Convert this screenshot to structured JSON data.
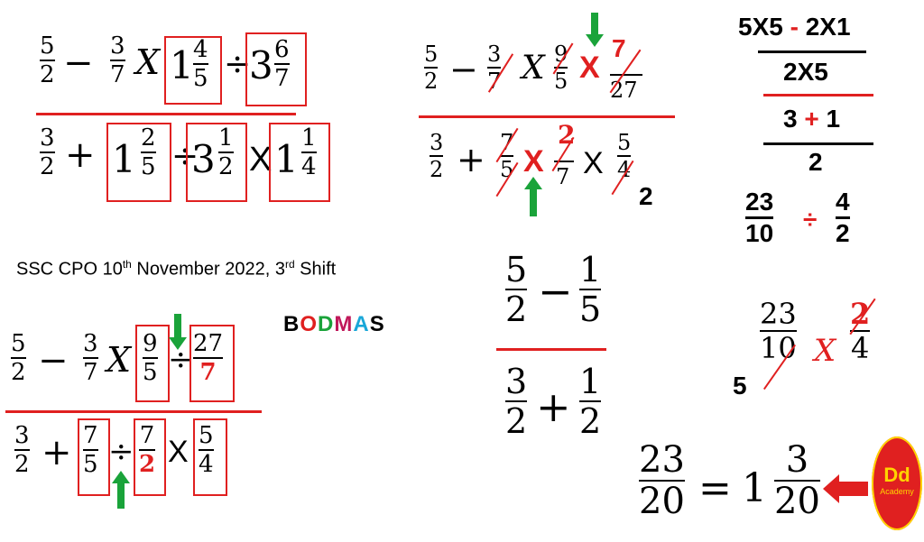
{
  "step1": {
    "num": [
      "5",
      "2",
      "−",
      "3",
      "7",
      "X",
      "1",
      "4",
      "5",
      "÷",
      "3",
      "6",
      "7"
    ],
    "den": [
      "3",
      "2",
      "+",
      "1",
      "2",
      "5",
      "÷",
      "3",
      "1",
      "2",
      "X",
      "1",
      "1",
      "4"
    ]
  },
  "step2": {
    "num": [
      "5",
      "2",
      "−",
      "3",
      "7",
      "X",
      "9",
      "5",
      "X",
      "7",
      "27"
    ],
    "den": [
      "3",
      "2",
      "+",
      "7",
      "5",
      "X",
      "2",
      "7",
      "X",
      "5",
      "4",
      "2"
    ]
  },
  "step3": {
    "num": [
      "5",
      "2",
      "−",
      "3",
      "7",
      "X",
      "9",
      "5",
      "÷",
      "27",
      "7"
    ],
    "den": [
      "3",
      "2",
      "+",
      "7",
      "5",
      "÷",
      "7",
      "2",
      "X",
      "5",
      "4"
    ]
  },
  "step4": {
    "num": [
      "5",
      "2",
      "−",
      "1",
      "5"
    ],
    "den": [
      "3",
      "2",
      "+",
      "1",
      "2"
    ]
  },
  "right": {
    "top_num": "5X5",
    "minus": "-",
    "top_num2": "2X1",
    "top_den": "2X5",
    "mid_num_a": "3",
    "plus": "+",
    "mid_num_b": "1",
    "mid_den": "2",
    "f1_n": "23",
    "f1_d": "10",
    "div": "÷",
    "f2_n": "4",
    "f2_d": "2",
    "m_n": "23",
    "m_d": "10",
    "x": "X",
    "m2_n": "2",
    "m2_d": "4",
    "five": "5"
  },
  "result": {
    "n": "23",
    "d": "20",
    "eq": "=",
    "whole": "1",
    "rn": "3",
    "rd": "20"
  },
  "caption": {
    "main": "SSC CPO 10",
    "th": "th",
    "mid": " November 2022, 3",
    "rd": "rd",
    "end": " Shift"
  },
  "bodmas": {
    "letters": [
      "B",
      "O",
      "D",
      "M",
      "A",
      "S"
    ],
    "colors": [
      "#000000",
      "#e02020",
      "#1aa33a",
      "#c0185a",
      "#19a7d8",
      "#000000"
    ]
  },
  "logo": {
    "text": "Dd",
    "sub": "Academy"
  },
  "colors": {
    "accent": "#e02020",
    "arrow": "#1aa33a"
  }
}
